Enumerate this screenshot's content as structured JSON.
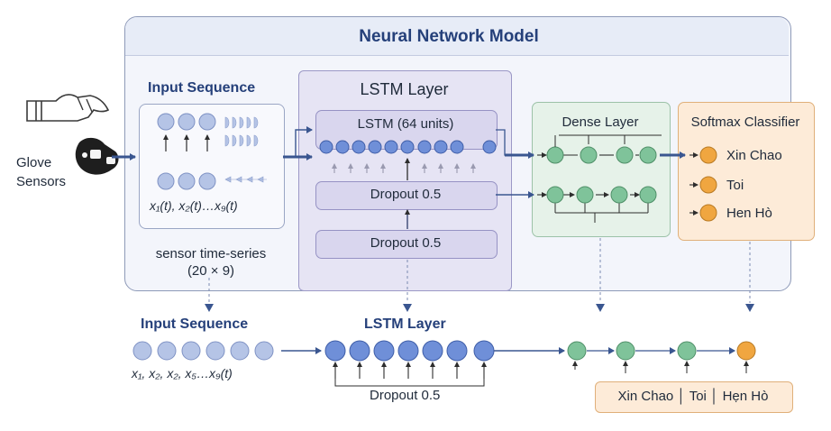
{
  "main_title": "Neural Network Model",
  "glove": {
    "line1": "Glove",
    "line2": "Sensors"
  },
  "input_panel": {
    "title": "Input Sequence",
    "formula": "x₁(t), x₂(t)…x₉(t)"
  },
  "series_caption": {
    "line1": "sensor time-series",
    "line2": "(20 × 9)"
  },
  "lstm_panel": {
    "title": "LSTM Layer",
    "lstm_box": "LSTM (64 units)",
    "dropout_top": "Dropout 0.5",
    "dropout_bottom": "Dropout 0.5"
  },
  "dense_panel": {
    "title": "Dense Layer"
  },
  "softmax_panel": {
    "title": "Softmax Classifier",
    "classes": [
      "Xin Chao",
      "Toi",
      "Hen Hò"
    ]
  },
  "bottom": {
    "input_title": "Input Sequence",
    "input_formula": "x₁, x₂, x₂, x₅…x₉(t)",
    "lstm_title": "LSTM Layer",
    "dropout": "Dropout 0.5",
    "output": "Xin Chao │ Toi │ Hẹn Hò"
  },
  "colors": {
    "frame_bg": "#f3f5fb",
    "frame_border": "#8e9ab8",
    "lstm_bg": "#e6e4f4",
    "dense_bg": "#e6f2e9",
    "softmax_bg": "#fdebd8",
    "neuron_blue": "#6f8fd8",
    "neuron_green": "#7fc39a",
    "neuron_orange": "#f0a640",
    "arrow": "#3a5690"
  }
}
